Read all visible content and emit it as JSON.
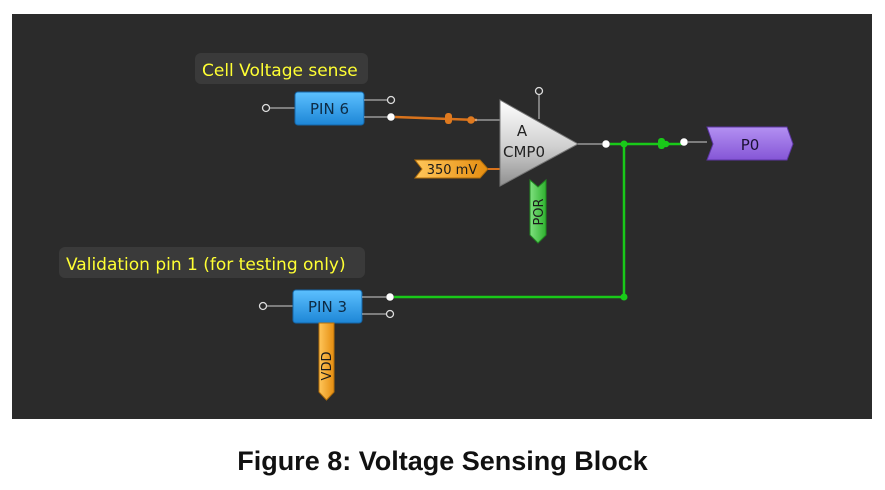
{
  "labels": {
    "cell_voltage_sense": "Cell Voltage sense",
    "validation_pin": "Validation pin 1 (for testing only)"
  },
  "blocks": {
    "pin6": "PIN 6",
    "pin3": "PIN 3",
    "comparator_a": "A",
    "comparator_name": "CMP0",
    "reference": "350 mV",
    "por": "POR",
    "vdd": "VDD",
    "output": "P0"
  },
  "colors": {
    "background": "#2b2b2b",
    "pin_block": "#2e9fe8",
    "analog_wire": "#d9731c",
    "digital_wire": "#19c919",
    "reference_tag": "#f0a21f",
    "por_tag": "#4bc94b",
    "vdd_tag": "#f0a21f",
    "output_tag": "#9b6ee0",
    "label_text": "#ffff33"
  },
  "caption": "Figure 8: Voltage Sensing Block"
}
